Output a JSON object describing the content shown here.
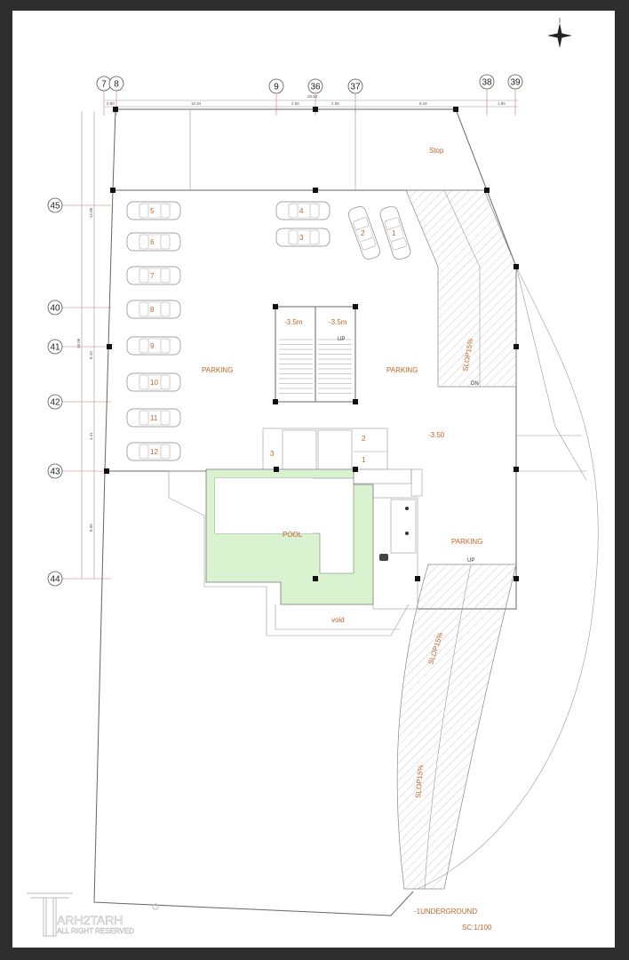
{
  "drawing": {
    "title": "-1UNDERGROUND",
    "scale": "SC:1/100",
    "logo": {
      "brand": "ARH2TARH",
      "tagline": "ALL RIGHT RESERVED"
    },
    "grid_columns": [
      "7",
      "8",
      "9",
      "36",
      "37",
      "38",
      "39"
    ],
    "grid_rows": [
      "45",
      "40",
      "41",
      "42",
      "43",
      "44"
    ],
    "horizontal_dimensions": {
      "total": "26.53",
      "segments": [
        "0.80",
        "10.34",
        "2.55",
        "2.55",
        "8.44",
        "1.85"
      ]
    },
    "vertical_dimensions": {
      "total": "36.06",
      "segments": [
        "12.80",
        "8.10",
        "4.41",
        "8.95"
      ]
    },
    "labels": {
      "parking_west": "PARKING",
      "parking_east": "PARKING",
      "parking_south": "PARKING",
      "level": "-3.50",
      "pool": "POOL",
      "void": "void",
      "stop": "Stop",
      "ramp_north": "SLOP15%",
      "ramp_north_dn": "DN",
      "ramp_south_up": "UP",
      "ramp_south_1": "SLOP15%",
      "ramp_south_2": "SLOP15%",
      "stair_level_1": "-3.5m",
      "stair_level_2": "-3.5m",
      "stair_up": "UP",
      "room_1": "1",
      "room_2": "2",
      "room_3": "3"
    },
    "parking_spaces": [
      "1",
      "2",
      "3",
      "4",
      "5",
      "6",
      "7",
      "8",
      "9",
      "10",
      "11",
      "12"
    ],
    "colors": {
      "label": "#c0652b",
      "pool": "#d9f2d0",
      "frame": "#2e2e2e"
    }
  }
}
